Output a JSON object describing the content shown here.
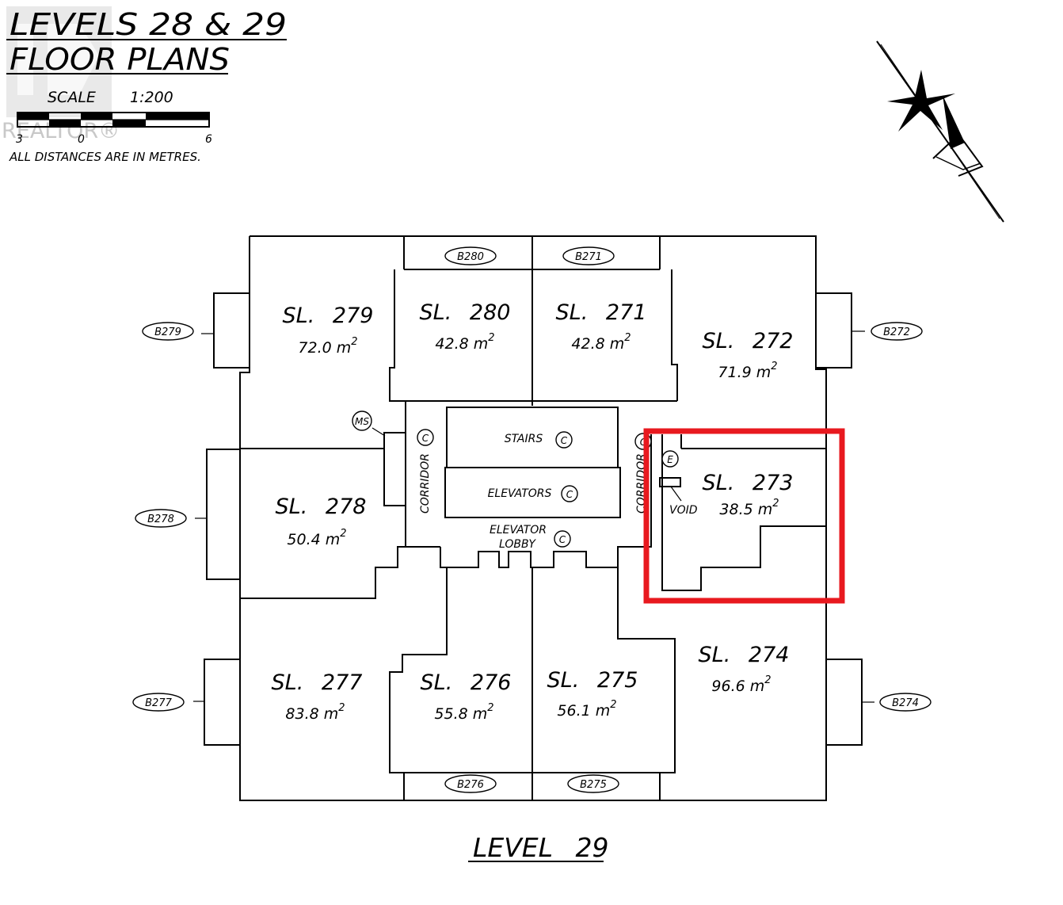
{
  "title": {
    "line1": "LEVELS 28 & 29",
    "line2": "FLOOR PLANS",
    "scale_label": "SCALE",
    "scale_value": "1:200",
    "scale_ticks": [
      "3",
      "0",
      "6"
    ],
    "distances_note": "ALL DISTANCES ARE IN METRES."
  },
  "watermark": "REALTOR®",
  "level_label": "LEVEL 29",
  "units": {
    "u279": {
      "label": "SL. 279",
      "area": "72.0",
      "unit": "m",
      "exp": "2"
    },
    "u280": {
      "label": "SL. 280",
      "area": "42.8",
      "unit": "m",
      "exp": "2"
    },
    "u271": {
      "label": "SL. 271",
      "area": "42.8",
      "unit": "m",
      "exp": "2"
    },
    "u272": {
      "label": "SL. 272",
      "area": "71.9",
      "unit": "m",
      "exp": "2"
    },
    "u278": {
      "label": "SL. 278",
      "area": "50.4",
      "unit": "m",
      "exp": "2"
    },
    "u273": {
      "label": "SL. 273",
      "area": "38.5",
      "unit": "m",
      "exp": "2"
    },
    "u277": {
      "label": "SL. 277",
      "area": "83.8",
      "unit": "m",
      "exp": "2"
    },
    "u276": {
      "label": "SL. 276",
      "area": "55.8",
      "unit": "m",
      "exp": "2"
    },
    "u275": {
      "label": "SL. 275",
      "area": "56.1",
      "unit": "m",
      "exp": "2"
    },
    "u274": {
      "label": "SL. 274",
      "area": "96.6",
      "unit": "m",
      "exp": "2"
    }
  },
  "balconies": {
    "b280": "B280",
    "b271": "B271",
    "b279": "B279",
    "b272": "B272",
    "b278": "B278",
    "b277": "B277",
    "b274": "B274",
    "b276": "B276",
    "b275": "B275"
  },
  "common": {
    "stairs": "STAIRS",
    "elevators": "ELEVATORS",
    "elevator_lobby_1": "ELEVATOR",
    "elevator_lobby_2": "LOBBY",
    "corridor": "CORRIDOR",
    "c": "C",
    "e": "E",
    "ms": "MS",
    "void": "VOID"
  },
  "highlight_color": "#e8191f"
}
